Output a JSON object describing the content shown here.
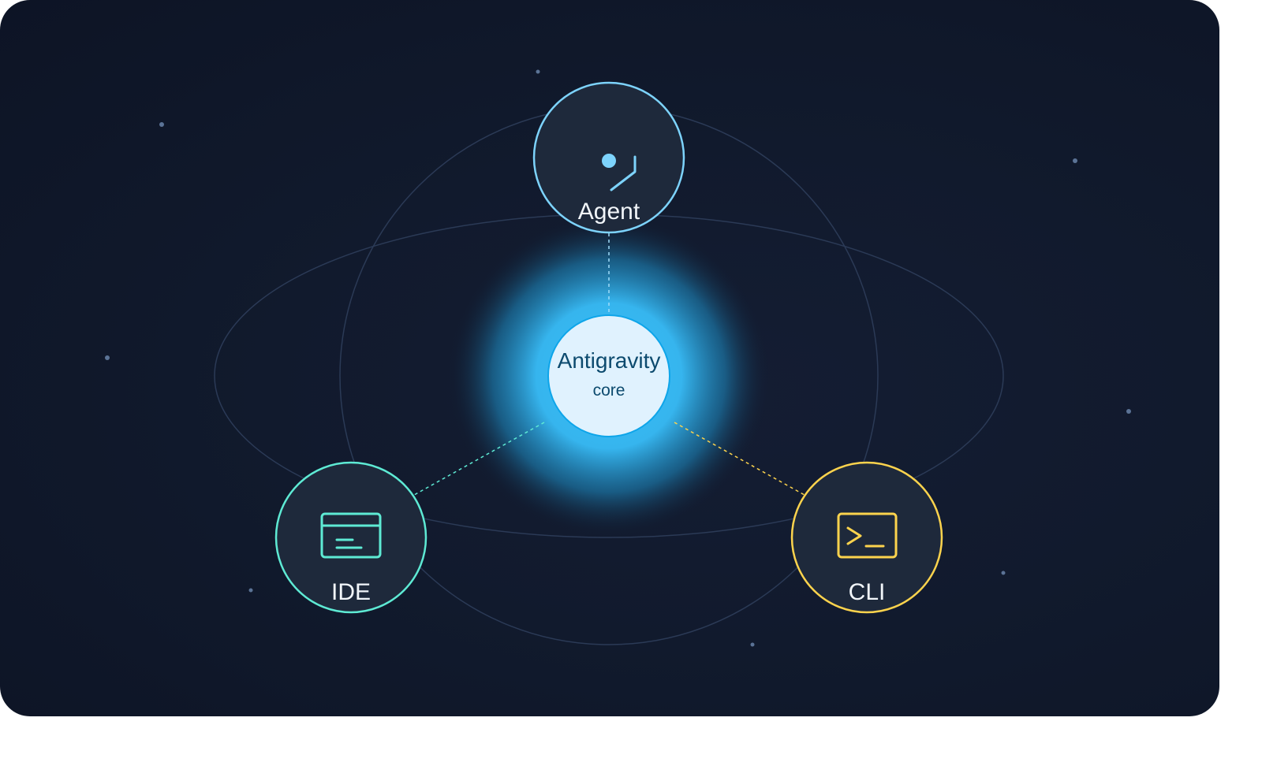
{
  "diagram": {
    "core": {
      "title": "Antigravity",
      "subtitle": "core",
      "glow_color": "#38bdf8",
      "fill_color": "#e0f2fe",
      "text_color": "#0c4a6e"
    },
    "nodes": [
      {
        "id": "agent",
        "label": "Agent",
        "icon": "agent-icon",
        "color": "#7dd3fc"
      },
      {
        "id": "ide",
        "label": "IDE",
        "icon": "editor-window-icon",
        "color": "#5eead4"
      },
      {
        "id": "cli",
        "label": "CLI",
        "icon": "terminal-prompt-icon",
        "color": "#fcd34d"
      }
    ],
    "background_color": "#0f172a"
  }
}
